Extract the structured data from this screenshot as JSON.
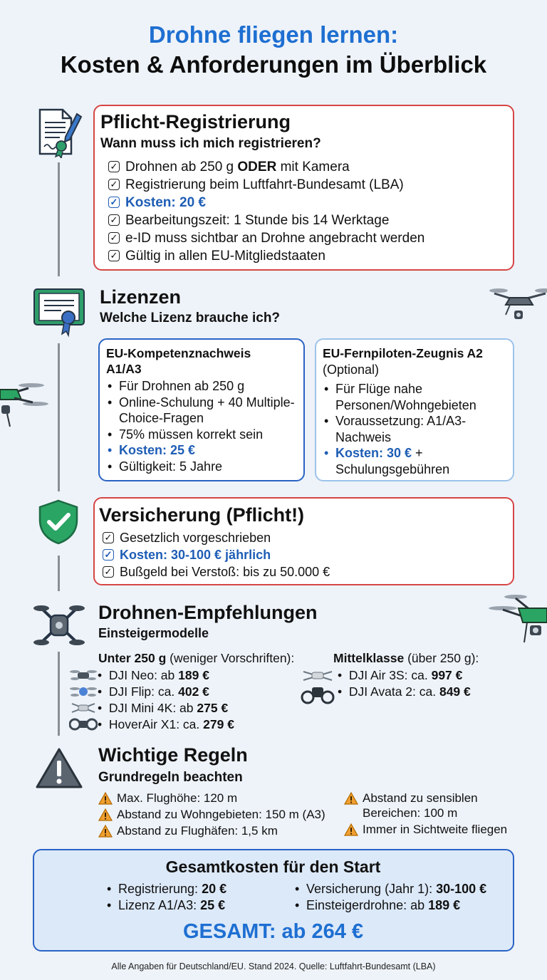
{
  "header": {
    "title_line1": "Drohne fliegen lernen:",
    "title_line2": "Kosten & Anforderungen im Überblick"
  },
  "colors": {
    "accent_blue": "#1e6fd1",
    "card_red": "#d64545",
    "card_blue": "#2a63c4",
    "drone_green": "#2aa564",
    "background": "#eef3f9"
  },
  "registration": {
    "icon": "certificate-document-icon",
    "title": "Pflicht-Registrierung",
    "subtitle": "Wann muss ich mich registrieren?",
    "items": [
      {
        "pre": "Drohnen ab 250 g ",
        "bold": "ODER",
        "post": " mit Kamera"
      },
      {
        "text": "Registrierung beim Luftfahrt-Bundesamt (LBA)"
      },
      {
        "text": "Kosten: 20 €"
      },
      {
        "text": "Bearbeitungszeit: 1 Stunde bis 14 Werktage"
      },
      {
        "text": "e-ID muss sichtbar an Drohne angebracht werden"
      },
      {
        "text": "Gültig in allen EU-Mitgliedstaaten"
      }
    ]
  },
  "licenses": {
    "icon": "license-certificate-icon",
    "title": "Lizenzen",
    "subtitle": "Welche Lizenz brauche ich?",
    "a1a3": {
      "title_line1": "EU-Kompetenznachweis",
      "title_line2": "A1/A3",
      "items": [
        "Für Drohnen ab 250 g",
        "Online-Schulung + 40 Multiple-Choice-Fragen",
        "75% müssen korrekt sein",
        "Kosten: 25 €",
        "Gültigkeit: 5 Jahre"
      ]
    },
    "a2": {
      "title": "EU-Fernpiloten-Zeugnis A2",
      "optional": "(Optional)",
      "items": [
        "Für Flüge nahe Personen/Wohngebieten",
        "Voraussetzung: A1/A3-Nachweis"
      ],
      "cost": "Kosten: 30 €",
      "cost_suffix": " + Schulungsgebühren"
    }
  },
  "insurance": {
    "icon": "shield-check-icon",
    "title": "Versicherung (Pflicht!)",
    "items": [
      "Gesetzlich vorgeschrieben",
      "Kosten: 30-100 € jährlich",
      "Bußgeld bei Verstoß: bis zu 50.000 €"
    ]
  },
  "drones": {
    "icon": "quadcopter-icon",
    "title": "Drohnen-Empfehlungen",
    "subtitle": "Einsteigermodelle",
    "under250": {
      "heading_bold": "Unter 250 g",
      "heading_rest": " (weniger Vorschriften):",
      "items": [
        {
          "name": "DJI Neo: ab ",
          "price": "189 €"
        },
        {
          "name": "DJI Flip: ca. ",
          "price": "402 €"
        },
        {
          "name": "DJI Mini 4K: ab ",
          "price": "275 €"
        },
        {
          "name": "HoverAir X1: ca. ",
          "price": "279 €"
        }
      ]
    },
    "mid": {
      "heading_bold": "Mittelklasse",
      "heading_rest": " (über 250 g):",
      "items": [
        {
          "name": "DJI Air 3S: ca. ",
          "price": "997 €"
        },
        {
          "name": "DJI Avata 2: ca. ",
          "price": "849 €"
        }
      ]
    }
  },
  "rules": {
    "icon": "warning-triangle-icon",
    "title": "Wichtige Regeln",
    "subtitle": "Grundregeln beachten",
    "left": [
      "Max. Flughöhe: 120 m",
      "Abstand zu Wohngebieten: 150 m (A3)",
      "Abstand zu Flughäfen: 1,5 km"
    ],
    "right": [
      "Abstand zu sensiblen Bereichen: 100 m",
      "Immer in Sichtweite fliegen"
    ]
  },
  "totals": {
    "title": "Gesamtkosten für den Start",
    "left": [
      {
        "label": "Registrierung: ",
        "value": "20 €"
      },
      {
        "label": "Lizenz A1/A3: ",
        "value": "25 €"
      }
    ],
    "right": [
      {
        "label": "Versicherung (Jahr 1): ",
        "value": "30-100 €"
      },
      {
        "label": "Einsteigerdrohne: ab ",
        "value": "189 €"
      }
    ],
    "grand_total": "GESAMT: ab 264 €"
  },
  "footer": "Alle Angaben für Deutschland/EU. Stand 2024. Quelle: Luftfahrt-Bundesamt (LBA)"
}
